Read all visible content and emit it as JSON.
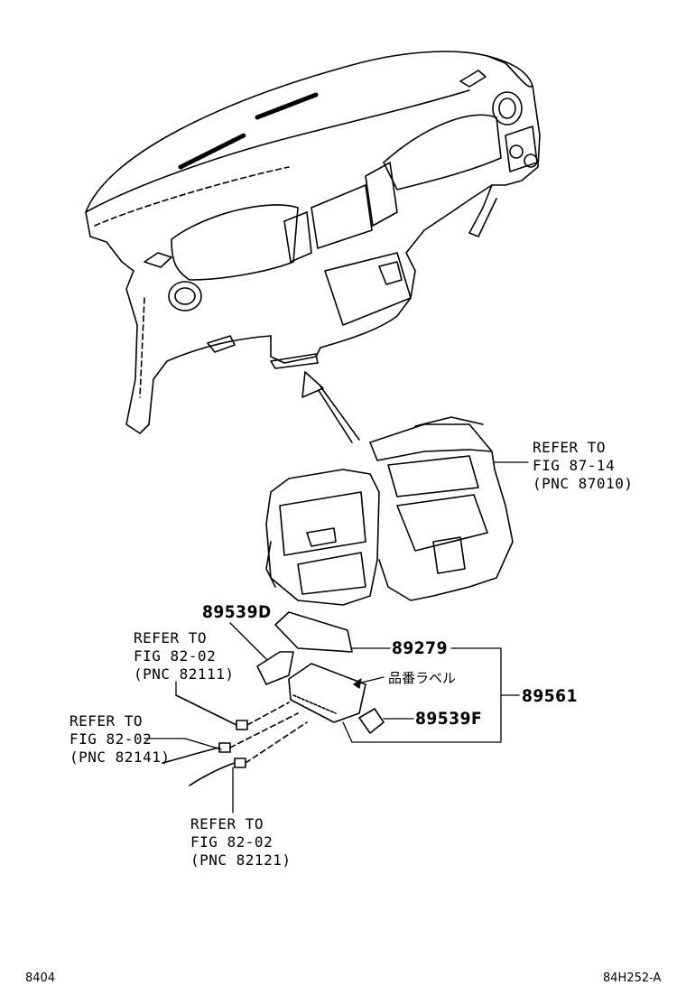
{
  "refs": {
    "fig8714": {
      "l1": "REFER TO",
      "l2": "FIG 87-14",
      "l3": "(PNC 87010)"
    },
    "fig8202_a": {
      "l1": "REFER TO",
      "l2": "FIG 82-02",
      "l3": "(PNC 82111)"
    },
    "fig8202_b": {
      "l1": "REFER TO",
      "l2": "FIG 82-02",
      "l3": "(PNC 82141)"
    },
    "fig8202_c": {
      "l1": "REFER TO",
      "l2": "FIG 82-02",
      "l3": "(PNC 82121)"
    }
  },
  "parts": {
    "p89539D": "89539D",
    "p89279": "89279",
    "p89561": "89561",
    "p89539F": "89539F"
  },
  "label_note": "品番ラベル",
  "footer": {
    "left": "8404",
    "right": "84H252-A"
  }
}
